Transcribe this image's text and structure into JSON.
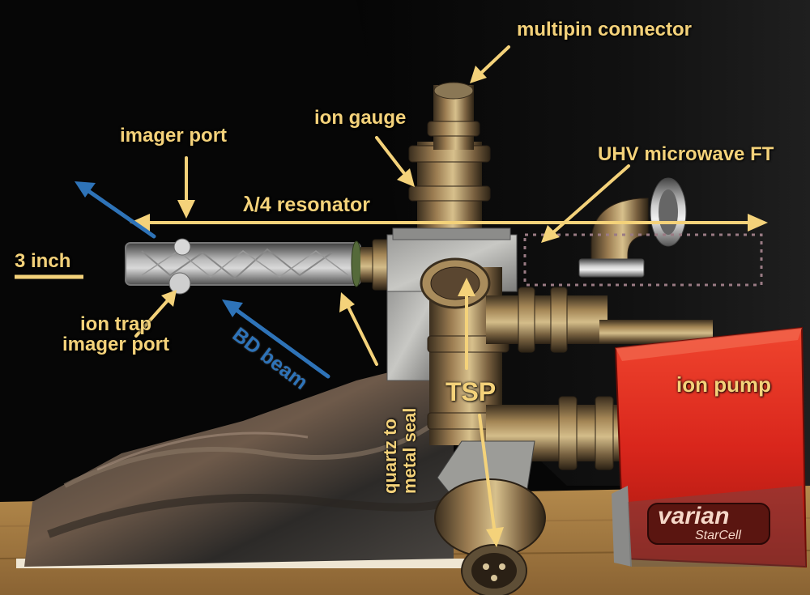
{
  "labels": {
    "multipin_connector": "multipin connector",
    "ion_gauge": "ion gauge",
    "imager_port": "imager port",
    "uhv_microwave_ft": "UHV microwave FT",
    "resonator": "λ/4 resonator",
    "three_inch": "3 inch",
    "ion_trap_imager_port_line1": "ion trap",
    "ion_trap_imager_port_line2": "imager port",
    "bd_beam": "BD beam",
    "quartz_line1": "quartz to",
    "quartz_line2": "metal seal",
    "tsp": "TSP",
    "ion_pump": "ion pump",
    "varian_brand": "varian",
    "starcell": "StarCell"
  },
  "colors": {
    "label_yellow": "#f4d27a",
    "label_blue": "#2e73b8",
    "pump_red": "#d9261c"
  }
}
